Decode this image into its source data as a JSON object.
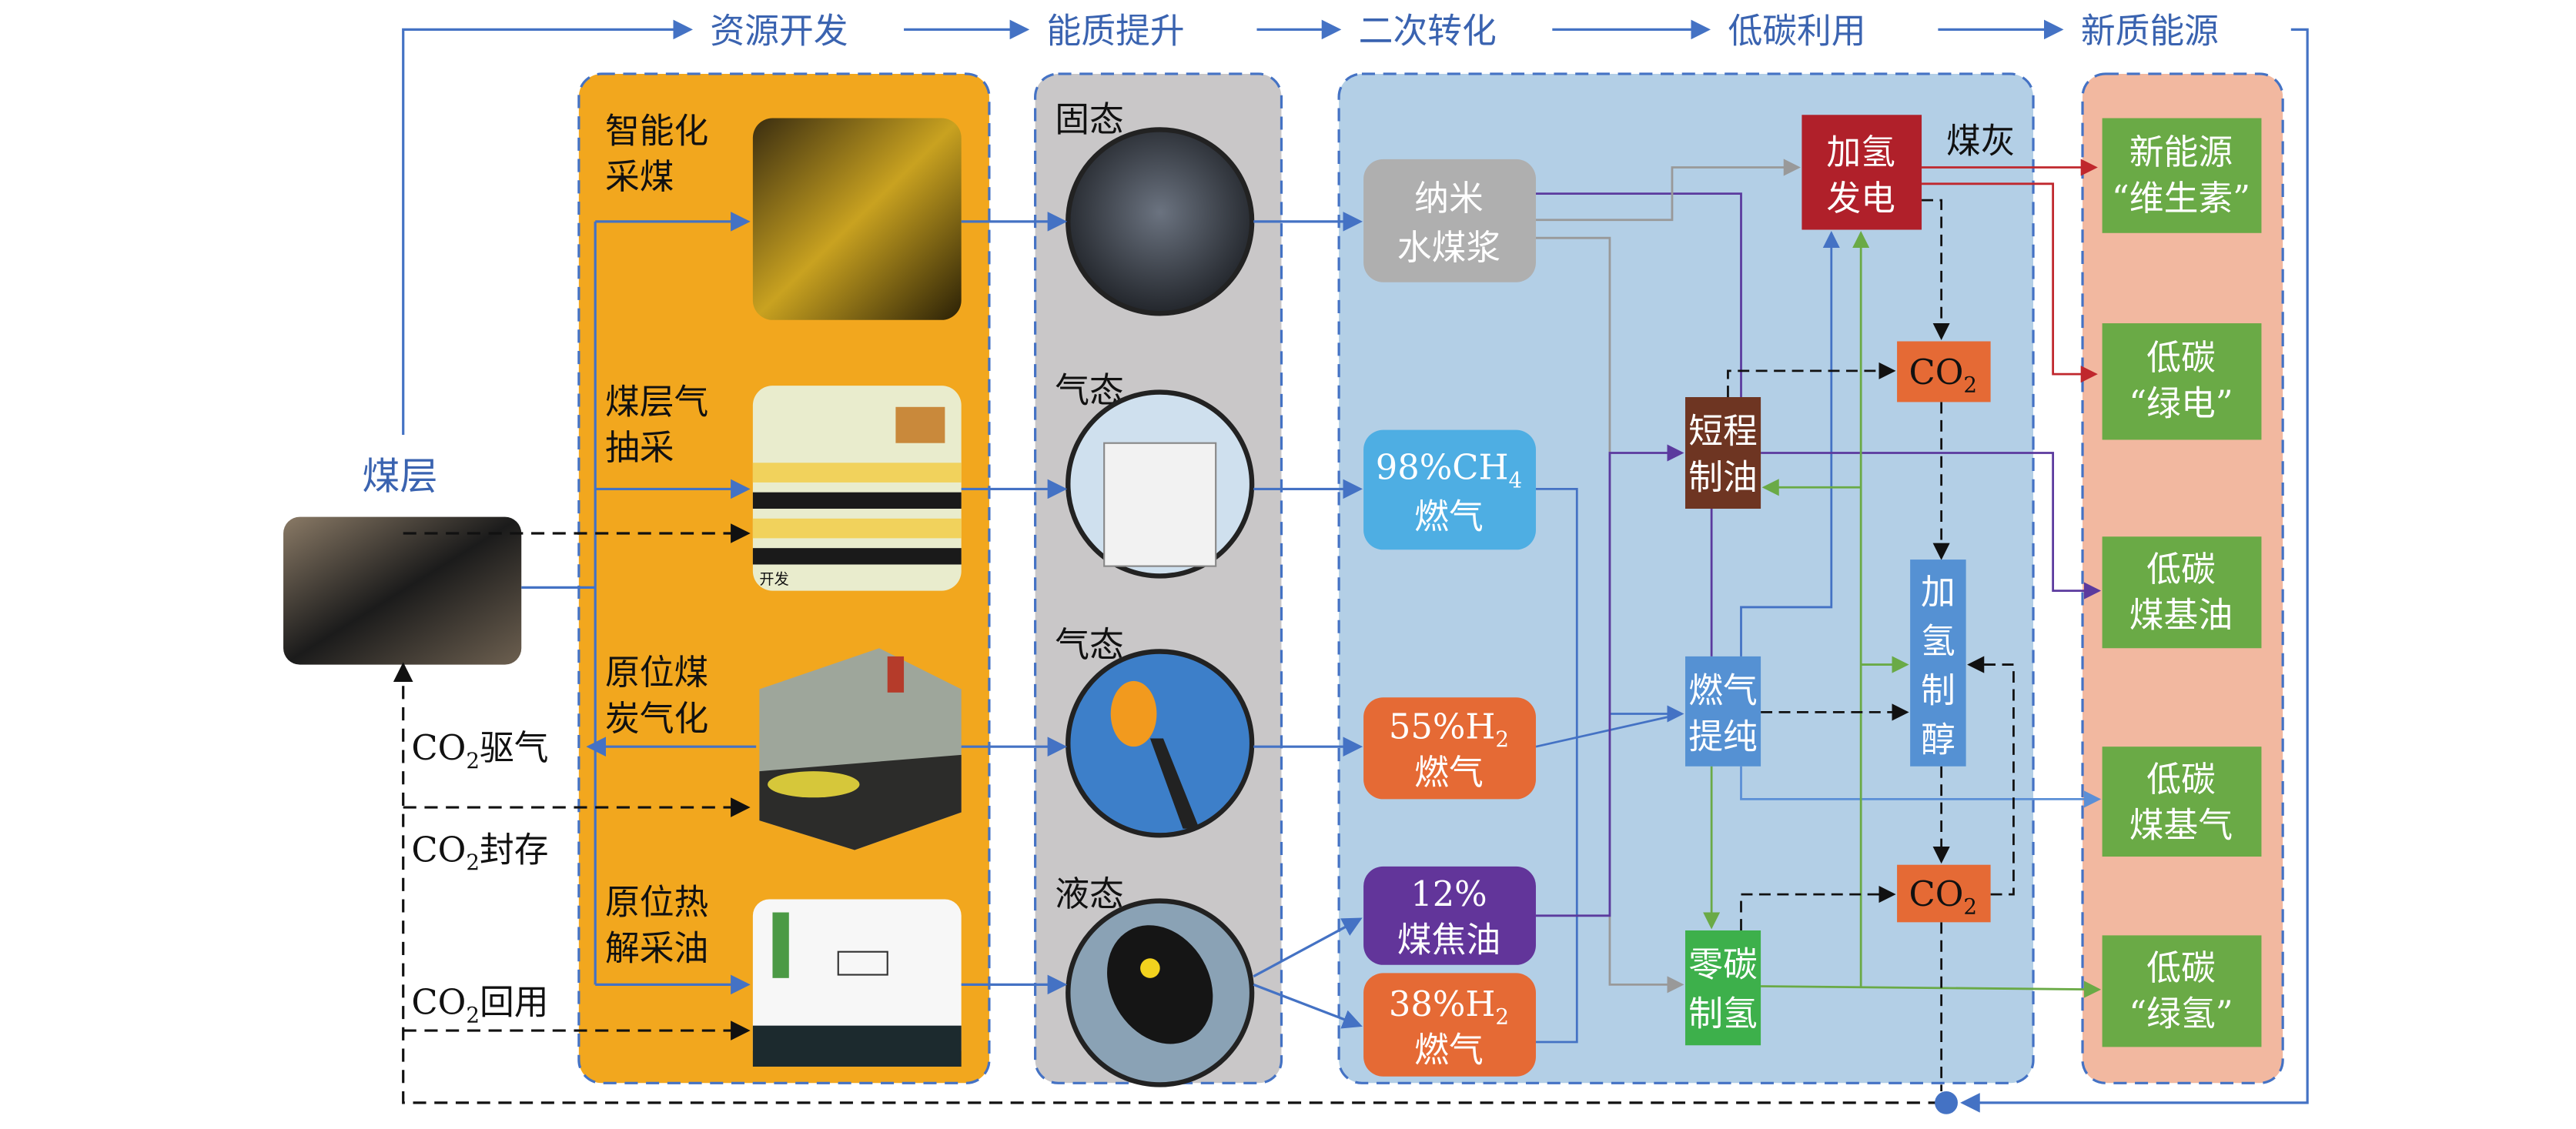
{
  "header": {
    "stages": [
      "资源开发",
      "能质提升",
      "二次转化",
      "低碳利用",
      "新质能源"
    ]
  },
  "left": {
    "seam_label": "煤层",
    "co2_drive": {
      "pre": "CO",
      "sub": "2",
      "post": "驱气"
    },
    "co2_storage": {
      "pre": "CO",
      "sub": "2",
      "post": "封存"
    },
    "co2_reuse": {
      "pre": "CO",
      "sub": "2",
      "post": "回用"
    }
  },
  "resource": {
    "items": [
      {
        "line1": "智能化",
        "line2": "采煤"
      },
      {
        "line1": "煤层气",
        "line2": "抽采"
      },
      {
        "line1": "原位煤",
        "line2": "炭气化"
      },
      {
        "line1": "原位热",
        "line2": "解采油"
      }
    ],
    "image_caption": "开发"
  },
  "upgrade": {
    "states": [
      "固态",
      "气态",
      "气态",
      "液态"
    ]
  },
  "conversion": {
    "slurry": {
      "line1": "纳米",
      "line2": "水煤浆"
    },
    "ch4": {
      "pre": "98%CH",
      "sub": "4",
      "line2": "燃气"
    },
    "h2_55": {
      "pre": "55%H",
      "sub": "2",
      "line2": "燃气"
    },
    "tar": {
      "line1": "12%",
      "line2": "煤焦油"
    },
    "h2_38": {
      "pre": "38%H",
      "sub": "2",
      "line2": "燃气"
    }
  },
  "utilization": {
    "power": {
      "line1": "加氢",
      "line2": "发电"
    },
    "ash": "煤灰",
    "co2_top": {
      "pre": "CO",
      "sub": "2"
    },
    "oil": {
      "line1": "短程",
      "line2": "制油"
    },
    "methanol": [
      "加",
      "氢",
      "制",
      "醇"
    ],
    "purify": {
      "line1": "燃气",
      "line2": "提纯"
    },
    "co2_bottom": {
      "pre": "CO",
      "sub": "2"
    },
    "hydrogen": {
      "line1": "零碳",
      "line2": "制氢"
    }
  },
  "new_energy": {
    "items": [
      {
        "line1": "新能源",
        "line2": "“维生素”"
      },
      {
        "line1": "低碳",
        "line2": "“绿电”"
      },
      {
        "line1": "低碳",
        "line2": "煤基油"
      },
      {
        "line1": "低碳",
        "line2": "煤基气"
      },
      {
        "line1": "低碳",
        "line2": "“绿氢”"
      }
    ]
  },
  "colors": {
    "resource_panel": "#F2A71E",
    "upgrade_panel": "#C9C7C8",
    "conversion_panel": "#B3CFE6",
    "energy_panel": "#F2B8A0",
    "flow_blue": "#4472C4",
    "power_red": "#B0202A",
    "oil_brown": "#6E3522",
    "co2_orange": "#E56A35",
    "green_box": "#6AAA46"
  }
}
